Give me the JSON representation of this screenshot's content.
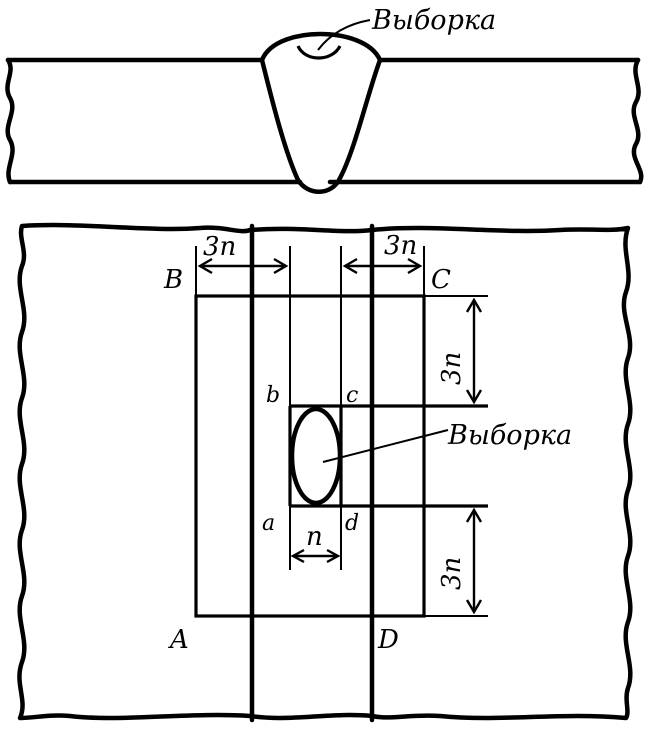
{
  "top_view": {
    "sample_label": "Выборка"
  },
  "plan_view": {
    "corners": {
      "B": "B",
      "C": "C",
      "A": "A",
      "D": "D"
    },
    "inner_corners": {
      "b": "b",
      "c": "c",
      "a": "a",
      "d": "d"
    },
    "dimensions": {
      "top_left": "3n",
      "top_right": "3n",
      "right_upper": "3n",
      "right_lower": "3n",
      "inner_width": "n"
    },
    "sample_label": "Выборка"
  }
}
